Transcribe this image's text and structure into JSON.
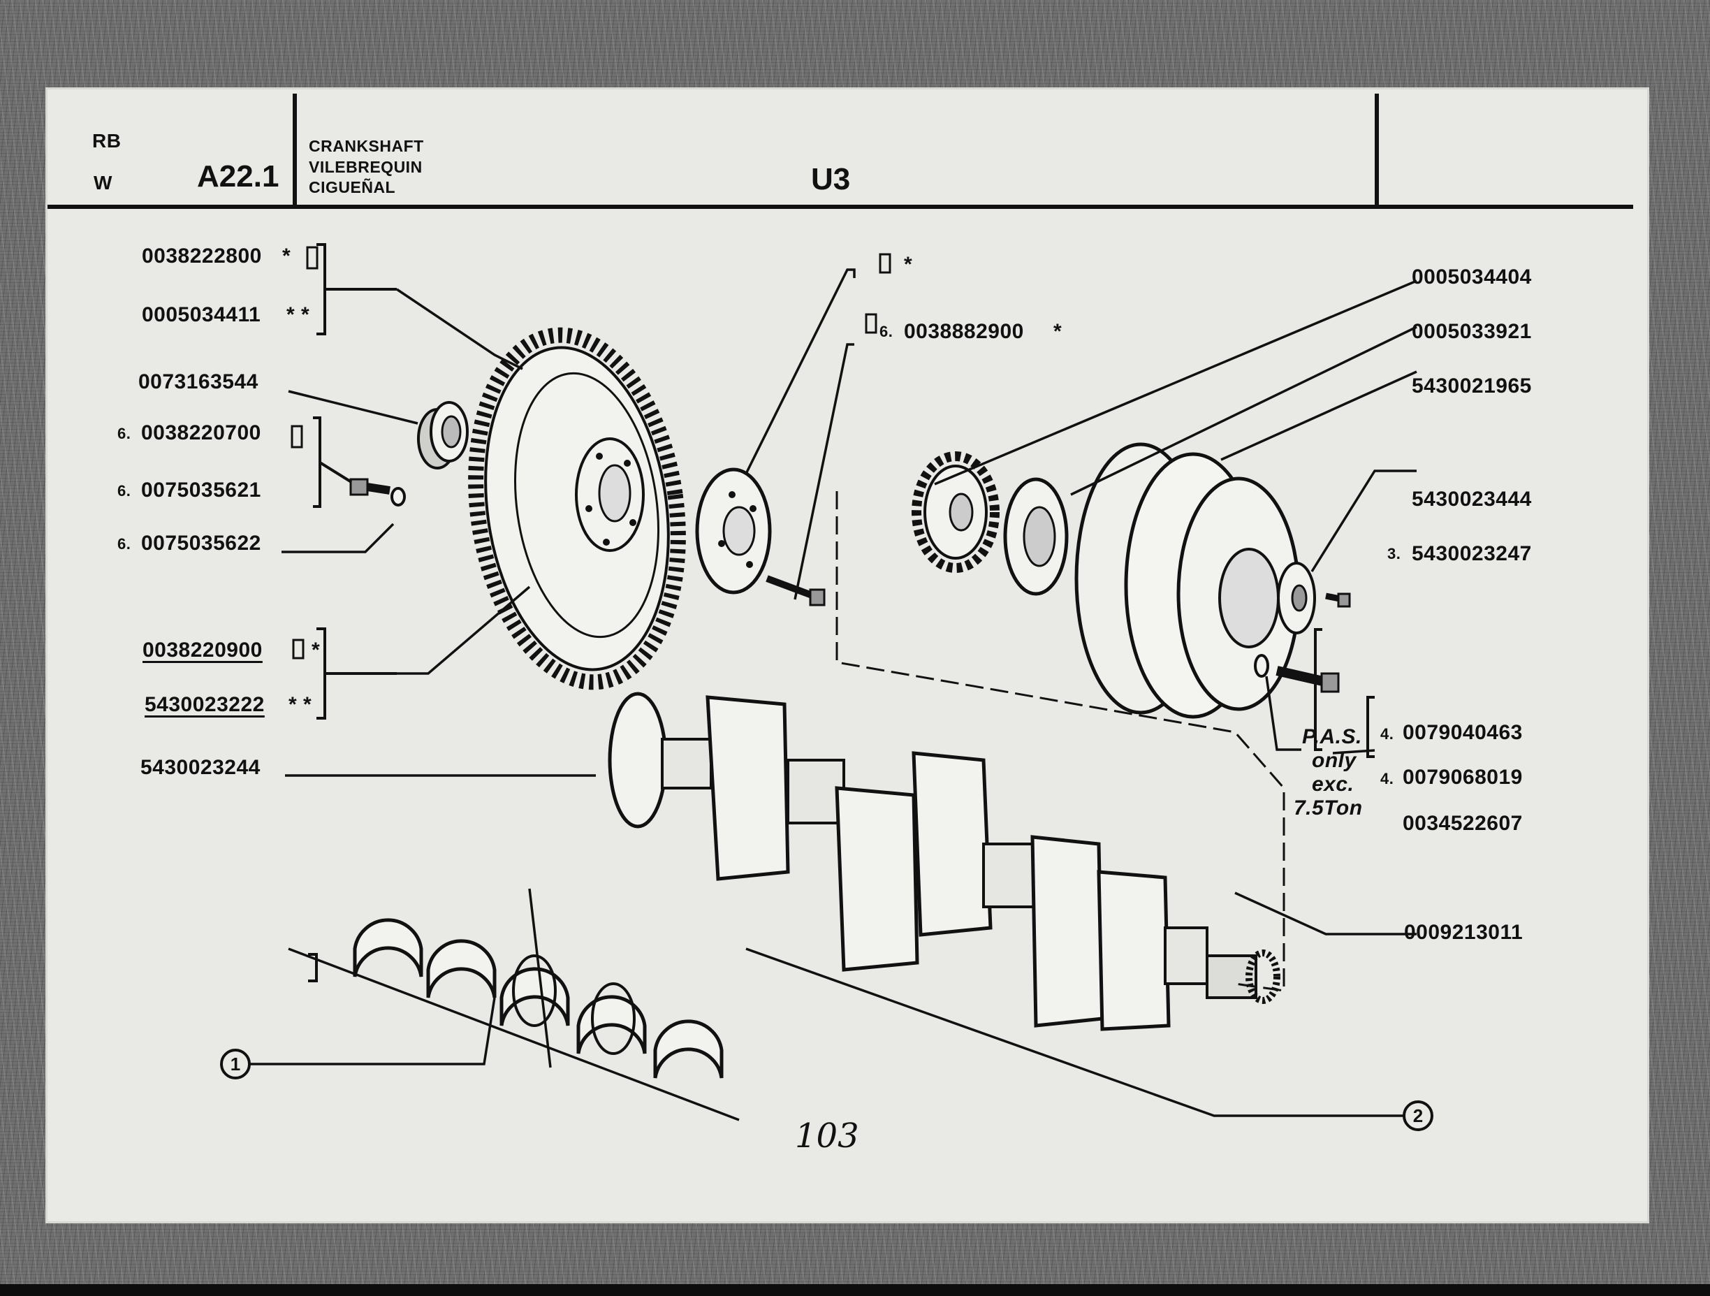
{
  "header": {
    "code_rb": "RB",
    "code_w": "W",
    "section": "A22.1",
    "titles": [
      "CRANKSHAFT",
      "VILEBREQUIN",
      "CIGUEÑAL"
    ],
    "group": "U3"
  },
  "callouts": {
    "c1": {
      "part": "0038222800",
      "mark": "*"
    },
    "c2": {
      "part": "0005034411",
      "mark": "* *"
    },
    "c3": {
      "part": "0073163544"
    },
    "c4": {
      "qty": "6.",
      "part": "0038220700"
    },
    "c5": {
      "qty": "6.",
      "part": "0075035621"
    },
    "c6": {
      "qty": "6.",
      "part": "0075035622"
    },
    "c7": {
      "part": "0038220900",
      "mark": "*"
    },
    "c8": {
      "part": "5430023222",
      "mark": "* *"
    },
    "c9": {
      "part": "5430023244"
    },
    "c10": {
      "mark": "*"
    },
    "c11": {
      "qty": "6.",
      "part": "0038882900",
      "mark": "*"
    },
    "c12": {
      "part": "0005034404"
    },
    "c13": {
      "part": "0005033921"
    },
    "c14": {
      "part": "5430021965"
    },
    "c15": {
      "part": "5430023444"
    },
    "c16": {
      "qty": "3.",
      "part": "5430023247"
    },
    "c17": {
      "qty": "4.",
      "part": "0079040463"
    },
    "c18": {
      "qty": "4.",
      "part": "0079068019"
    },
    "c19": {
      "part": "0034522607"
    },
    "c20": {
      "part": "0009213011"
    }
  },
  "pas_note": [
    "P.A.S.",
    "only",
    "exc.",
    "7.5Ton"
  ],
  "refs": {
    "r1": "1",
    "r2": "2"
  },
  "page_number": "103"
}
